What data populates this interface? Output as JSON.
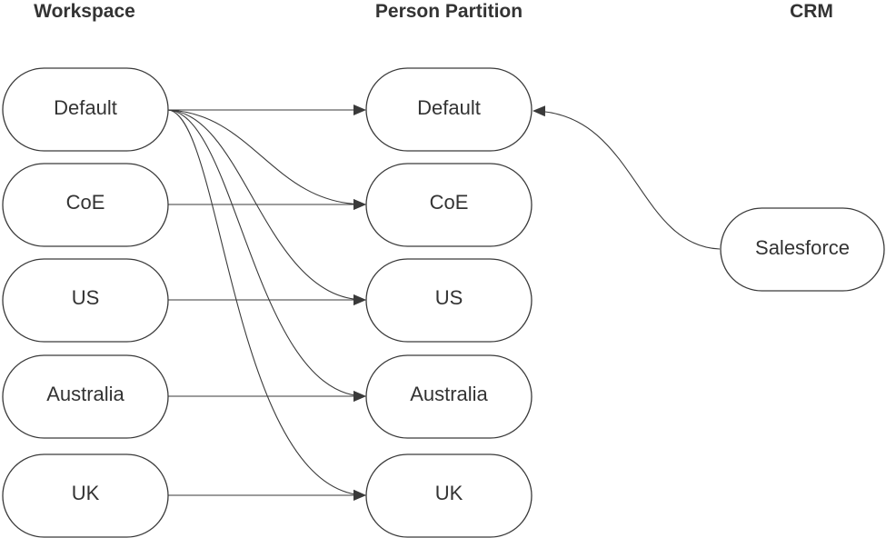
{
  "headers": {
    "workspace": "Workspace",
    "person_partition": "Person Partition",
    "crm": "CRM"
  },
  "workspace_nodes": [
    "Default",
    "CoE",
    "US",
    "Australia",
    "UK"
  ],
  "partition_nodes": [
    "Default",
    "CoE",
    "US",
    "Australia",
    "UK"
  ],
  "crm_nodes": [
    "Salesforce"
  ],
  "edges": [
    {
      "from": "Workspace: Default",
      "to": "Person Partition: Default"
    },
    {
      "from": "Workspace: Default",
      "to": "Person Partition: CoE"
    },
    {
      "from": "Workspace: Default",
      "to": "Person Partition: US"
    },
    {
      "from": "Workspace: Default",
      "to": "Person Partition: Australia"
    },
    {
      "from": "Workspace: Default",
      "to": "Person Partition: UK"
    },
    {
      "from": "Workspace: CoE",
      "to": "Person Partition: CoE"
    },
    {
      "from": "Workspace: US",
      "to": "Person Partition: US"
    },
    {
      "from": "Workspace: Australia",
      "to": "Person Partition: Australia"
    },
    {
      "from": "Workspace: UK",
      "to": "Person Partition: UK"
    },
    {
      "from": "CRM: Salesforce",
      "to": "Person Partition: Default"
    }
  ],
  "colors": {
    "stroke": "#3a3a3a",
    "text": "#333333",
    "background": "#ffffff"
  }
}
